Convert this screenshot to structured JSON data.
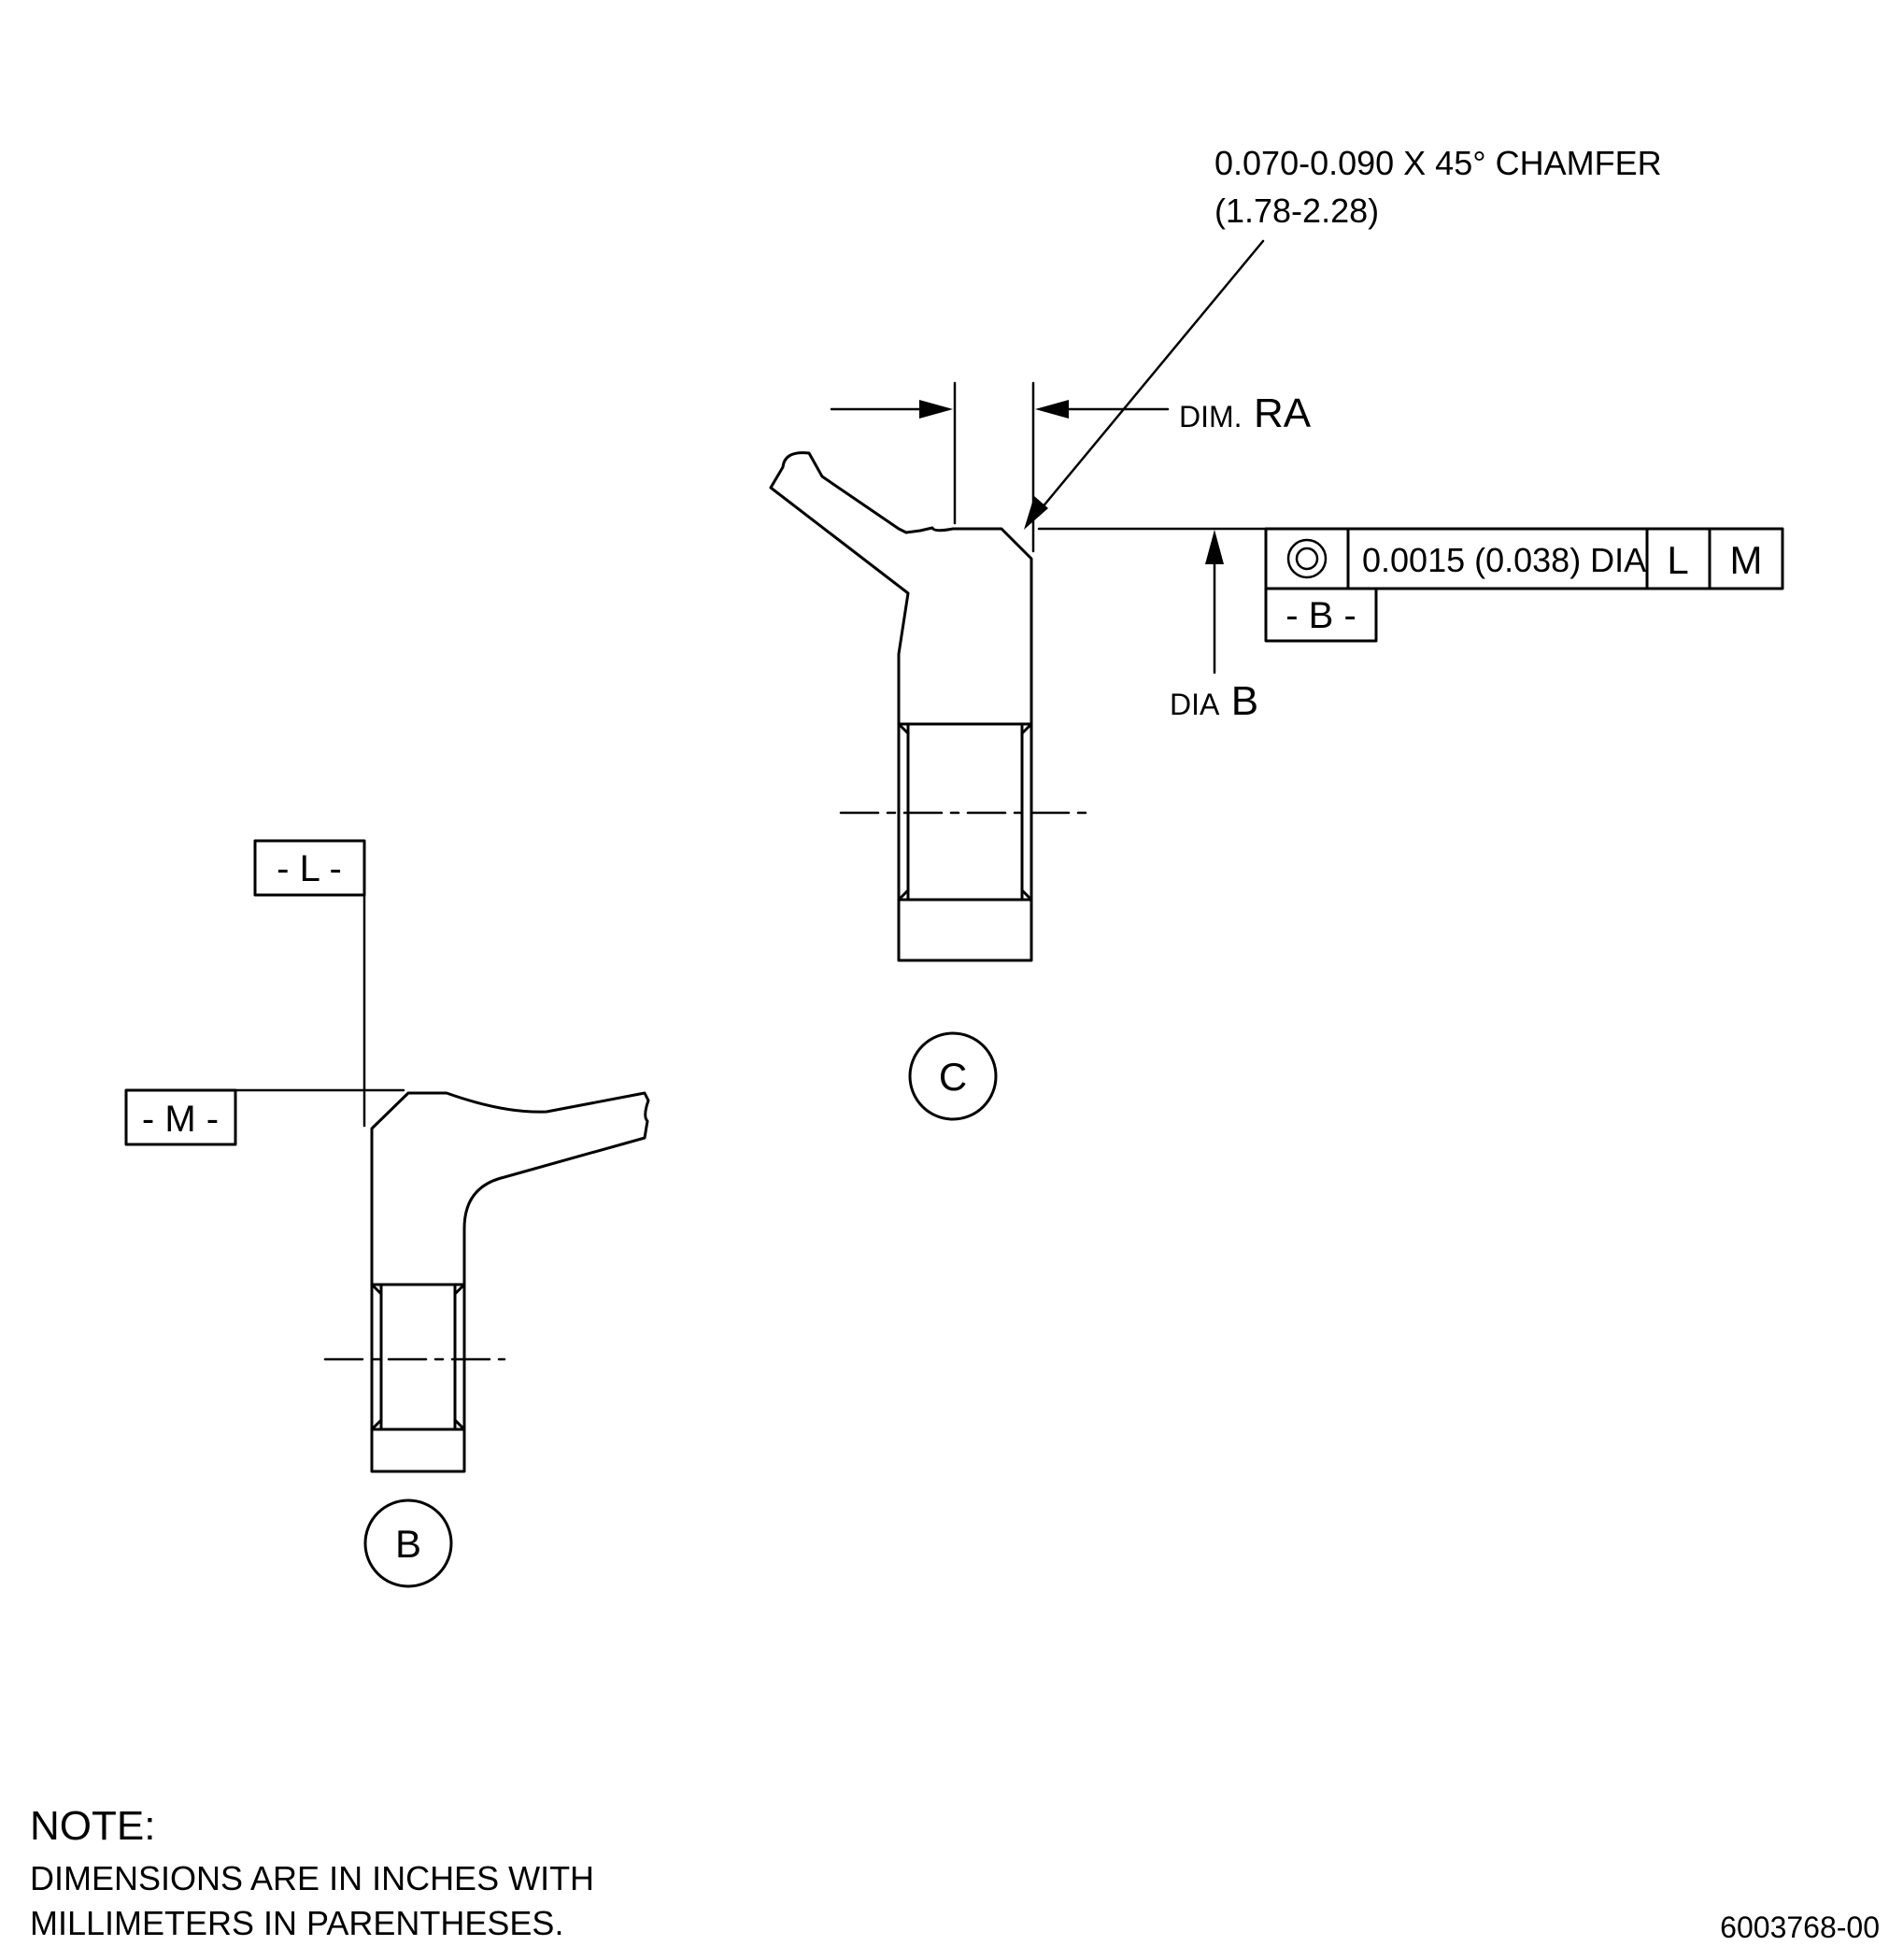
{
  "chamfer_callout": {
    "line1": "0.070-0.090 X 45° CHAMFER",
    "line2": "(1.78-2.28)"
  },
  "dim_ra": {
    "prefix": "DIM.",
    "label": "RA"
  },
  "dia_b": {
    "prefix": "DIA",
    "label": "B"
  },
  "control_frame": {
    "symbol": "concentricity-icon",
    "tolerance": "0.0015 (0.038) DIA",
    "datum1": "L",
    "datum2": "M"
  },
  "datums": {
    "b": "- B -",
    "l": "- L -",
    "m": "- M -"
  },
  "views": {
    "c": "C",
    "b": "B"
  },
  "note": {
    "title": "NOTE:",
    "line1": "DIMENSIONS ARE IN INCHES WITH",
    "line2": "MILLIMETERS IN PARENTHESES."
  },
  "doc_number": "6003768-00"
}
